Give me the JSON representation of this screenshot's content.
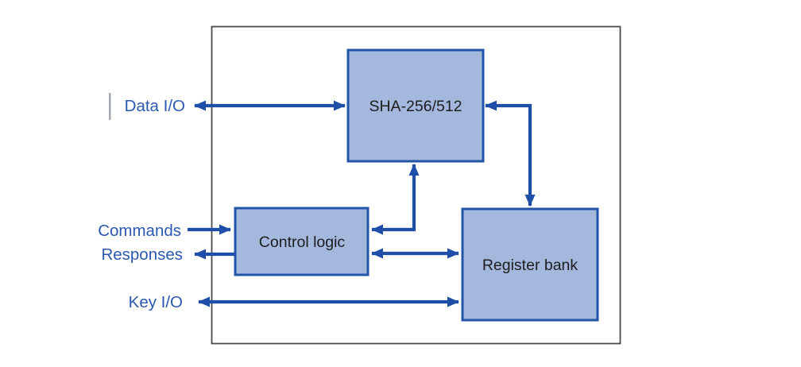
{
  "colors": {
    "arrow": "#1f4ea8",
    "block-fill": "#a4b8de",
    "block-border": "#2454a8",
    "block-text": "#1d1d1d",
    "port-text": "#2b59b0",
    "frame": "#4a4a4a",
    "caret": "#a0a7b0"
  },
  "blocks": [
    {
      "label": "SHA-256/512"
    },
    {
      "label": "Control logic"
    },
    {
      "label": "Register bank"
    }
  ],
  "ports": [
    {
      "label": "Data I/O",
      "direction": "bidirectional",
      "connects_to": "SHA-256/512"
    },
    {
      "label": "Commands",
      "direction": "input",
      "connects_to": "Control logic"
    },
    {
      "label": "Responses",
      "direction": "output",
      "connects_to": "Control logic"
    },
    {
      "label": "Key I/O",
      "direction": "bidirectional",
      "connects_to": "Register bank"
    }
  ],
  "connections": [
    {
      "from": "SHA-256/512",
      "to": "Register bank",
      "bidirectional": true
    },
    {
      "from": "Control logic",
      "to": "SHA-256/512",
      "bidirectional": true
    },
    {
      "from": "Control logic",
      "to": "Register bank",
      "bidirectional": true
    }
  ]
}
